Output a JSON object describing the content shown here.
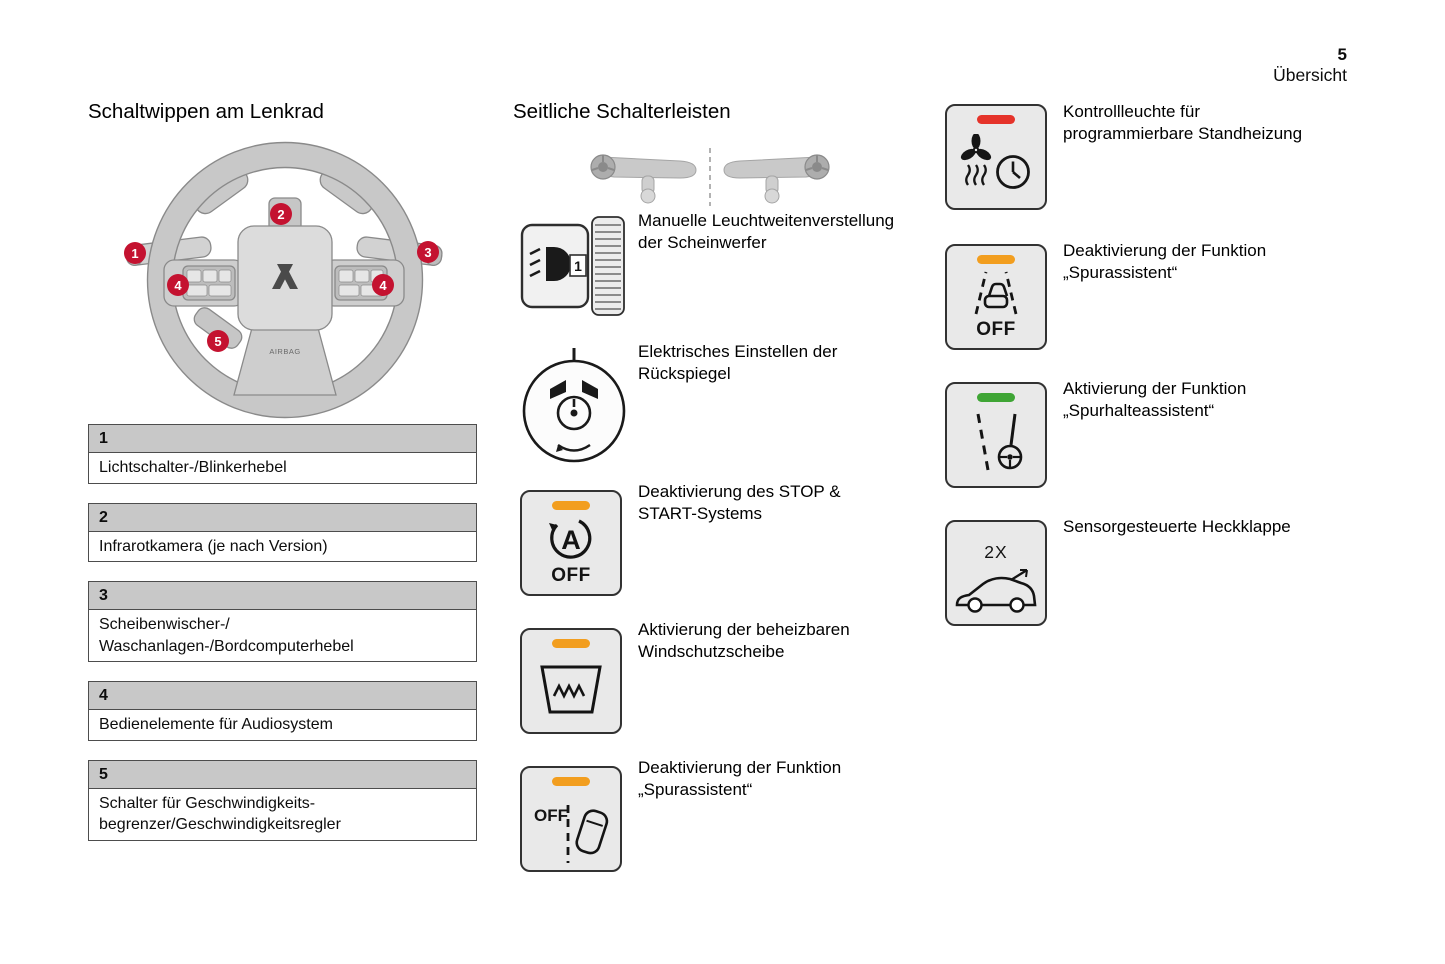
{
  "page": {
    "number": "5",
    "section_label": "Übersicht"
  },
  "colors": {
    "callout_red": "#c41230",
    "indicator_orange": "#f29e1f",
    "indicator_red": "#e5332a",
    "indicator_green": "#3fa535",
    "table_header_gray": "#c8c8c8"
  },
  "left": {
    "heading": "Schaltwippen am Lenkrad",
    "wheel": {
      "airbag_label": "AIRBAG",
      "callouts": [
        "1",
        "2",
        "3",
        "4",
        "4",
        "5"
      ]
    },
    "table": [
      {
        "num": "1",
        "text": "Lichtschalter-/Blinkerhebel"
      },
      {
        "num": "2",
        "text": "Infrarotkamera (je nach Version)"
      },
      {
        "num": "3",
        "text": "Scheibenwischer-/\nWaschanlagen-/Bordcomputerhebel"
      },
      {
        "num": "4",
        "text": "Bedienelemente für Audiosystem"
      },
      {
        "num": "5",
        "text": "Schalter für Geschwindigkeits-\nbegrenzer/Geschwindigkeitsregler"
      }
    ]
  },
  "middle": {
    "heading": "Seitliche Schalterleisten",
    "items": [
      {
        "name": "headlight-leveling",
        "dial_value": "1",
        "label": "Manuelle Leuchtweitenverstellung\nder Scheinwerfer"
      },
      {
        "name": "mirror-adjustment",
        "label": "Elektrisches Einstellen der\nRückspiegel"
      },
      {
        "name": "stop-start-off",
        "letter": "A",
        "off_label": "OFF",
        "label": "Deaktivierung des STOP &\nSTART-Systems"
      },
      {
        "name": "heated-windscreen",
        "label": "Aktivierung der beheizbaren\nWindschutzscheibe"
      },
      {
        "name": "lane-assist-off-switch",
        "off_label": "OFF",
        "label": "Deaktivierung der Funktion\n„Spurassistent“"
      }
    ]
  },
  "right": {
    "items": [
      {
        "name": "auxiliary-heater-indicator",
        "label": "Kontrollleuchte für\nprogrammierbare Standheizung"
      },
      {
        "name": "lane-assist-off-button",
        "off_label": "OFF",
        "label": "Deaktivierung der Funktion\n„Spurassistent“"
      },
      {
        "name": "lane-keep-assist-button",
        "label": "Aktivierung der Funktion\n„Spurhalteassistent“"
      },
      {
        "name": "hands-free-tailgate",
        "badge": "2X",
        "label": "Sensorgesteuerte Heckklappe"
      }
    ]
  }
}
